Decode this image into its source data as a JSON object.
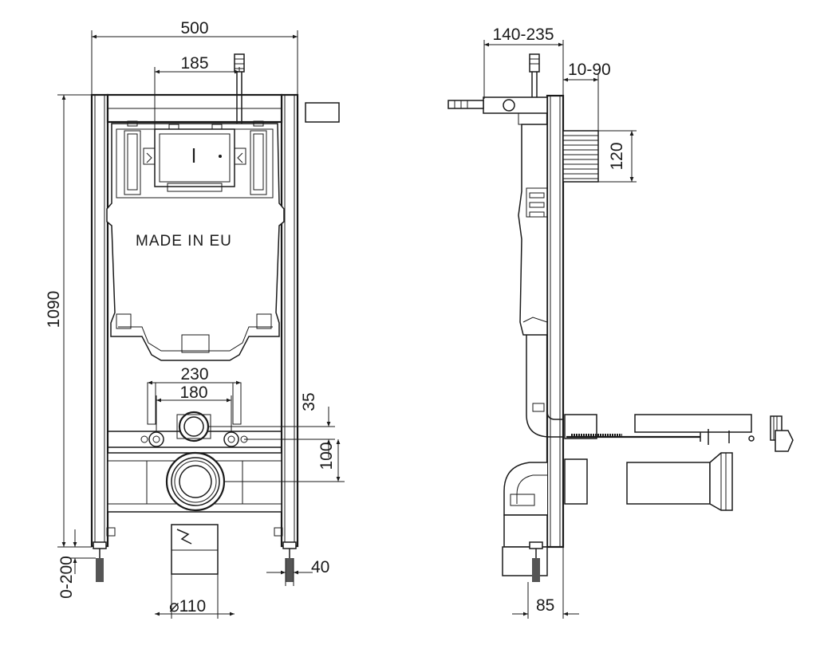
{
  "front_view": {
    "label": "MADE IN EU",
    "dims": {
      "width": "500",
      "top_offset": "185",
      "height": "1090",
      "leg_adjust": "0-200",
      "bracket_outer": "230",
      "bracket_inner": "180",
      "inlet_to_bolts": "35",
      "bolts_to_outlet": "100",
      "foot_width": "40",
      "pipe_diameter": "⌀110"
    }
  },
  "side_view": {
    "dims": {
      "depth_range": "140-235",
      "plate_offset": "10-90",
      "plate_height": "120",
      "foot_depth": "85"
    }
  }
}
